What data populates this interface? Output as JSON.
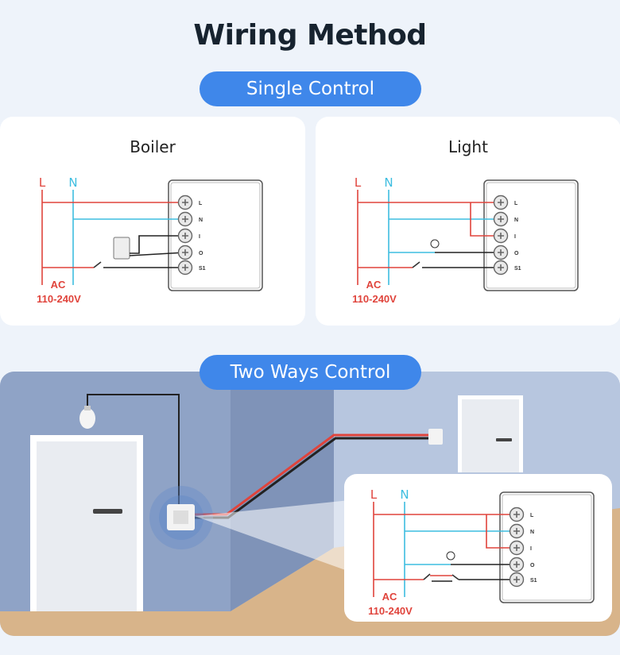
{
  "header": {
    "title": "Wiring Method"
  },
  "sections": {
    "single": "Single Control",
    "two_way": "Two Ways Control"
  },
  "cards": [
    {
      "title": "Boiler",
      "variant": "boiler"
    },
    {
      "title": "Light",
      "variant": "light"
    }
  ],
  "inset": {
    "variant": "twoway"
  },
  "diagram": {
    "live": "L",
    "neutral": "N",
    "supply": "AC",
    "voltage": "110-240V",
    "terminals": [
      "L",
      "N",
      "I",
      "O",
      "S1"
    ]
  },
  "colors": {
    "accent": "#3f87ea",
    "live": "#e0443c",
    "neutral": "#3dbde0",
    "wire": "#222222"
  }
}
